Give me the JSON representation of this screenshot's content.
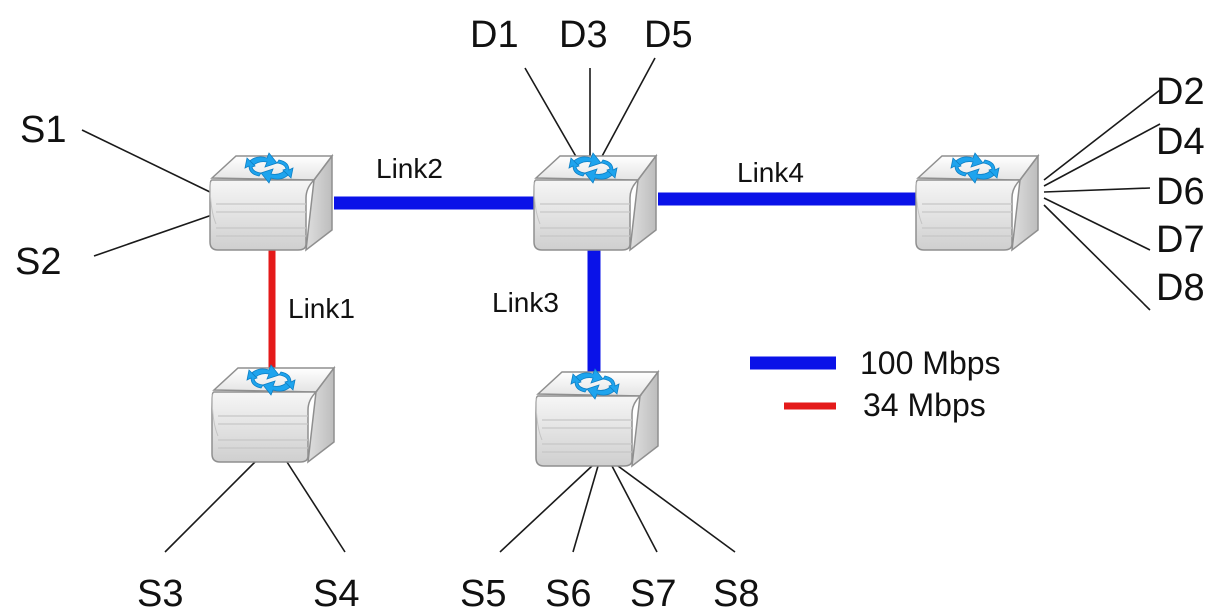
{
  "colors": {
    "link_100": "#0a12e8",
    "link_34": "#e41a1a",
    "switch_icon": "#1ea4ee"
  },
  "switch_icon": "switch-router-icon",
  "nodes": {
    "S1": "S1",
    "S2": "S2",
    "S3": "S3",
    "S4": "S4",
    "S5": "S5",
    "S6": "S6",
    "S7": "S7",
    "S8": "S8",
    "D1": "D1",
    "D2": "D2",
    "D3": "D3",
    "D4": "D4",
    "D5": "D5",
    "D6": "D6",
    "D7": "D7",
    "D8": "D8"
  },
  "links": {
    "link1": {
      "label": "Link1",
      "speed": "34 Mbps"
    },
    "link2": {
      "label": "Link2",
      "speed": "100 Mbps"
    },
    "link3": {
      "label": "Link3",
      "speed": "100 Mbps"
    },
    "link4": {
      "label": "Link4",
      "speed": "100 Mbps"
    }
  },
  "legend": {
    "blue_label": "100 Mbps",
    "red_label": "34 Mbps"
  }
}
